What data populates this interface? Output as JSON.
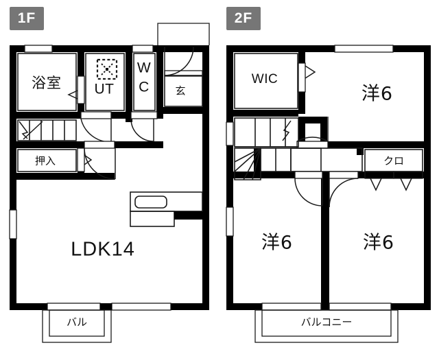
{
  "document": {
    "type": "floor-plan",
    "title": "2-story residence floor plan",
    "background_color": "#ffffff",
    "wall_color": "#000000",
    "badge_color": "#767676"
  },
  "floors": [
    {
      "id": "1f",
      "badge_label": "1F",
      "rooms": [
        {
          "key": "bathroom",
          "label": "浴室",
          "meaning": "bathroom"
        },
        {
          "key": "utility",
          "label": "UT",
          "meaning": "utility / laundry"
        },
        {
          "key": "toilet",
          "label": "WC",
          "meaning": "water closet"
        },
        {
          "key": "entrance",
          "label": "玄",
          "meaning": "entrance / genkan"
        },
        {
          "key": "closet",
          "label": "押入",
          "meaning": "oshiire closet"
        },
        {
          "key": "living",
          "label": "LDK14",
          "meaning": "living dining kitchen 14 jo"
        },
        {
          "key": "balcony",
          "label": "バル",
          "meaning": "balcony"
        }
      ]
    },
    {
      "id": "2f",
      "badge_label": "2F",
      "rooms": [
        {
          "key": "wic",
          "label": "WIC",
          "meaning": "walk-in closet"
        },
        {
          "key": "bed_top",
          "label": "洋6",
          "meaning": "western room 6 jo"
        },
        {
          "key": "closet_kuro",
          "label": "クロ",
          "meaning": "closet"
        },
        {
          "key": "bed_left",
          "label": "洋6",
          "meaning": "western room 6 jo"
        },
        {
          "key": "bed_right",
          "label": "洋6",
          "meaning": "western room 6 jo"
        },
        {
          "key": "balcony",
          "label": "バルコニー",
          "meaning": "balcony"
        }
      ]
    }
  ],
  "labels": {
    "f1_bathroom": "浴室",
    "f1_ut": "UT",
    "f1_wc": "WC",
    "f1_genkan": "玄",
    "f1_oshiire": "押入",
    "f1_ldk": "LDK14",
    "f1_balcony": "バル",
    "f2_wic": "WIC",
    "f2_room_top": "洋6",
    "f2_kuro": "クロ",
    "f2_room_left": "洋6",
    "f2_room_right": "洋6",
    "f2_balcony": "バルコニー"
  }
}
